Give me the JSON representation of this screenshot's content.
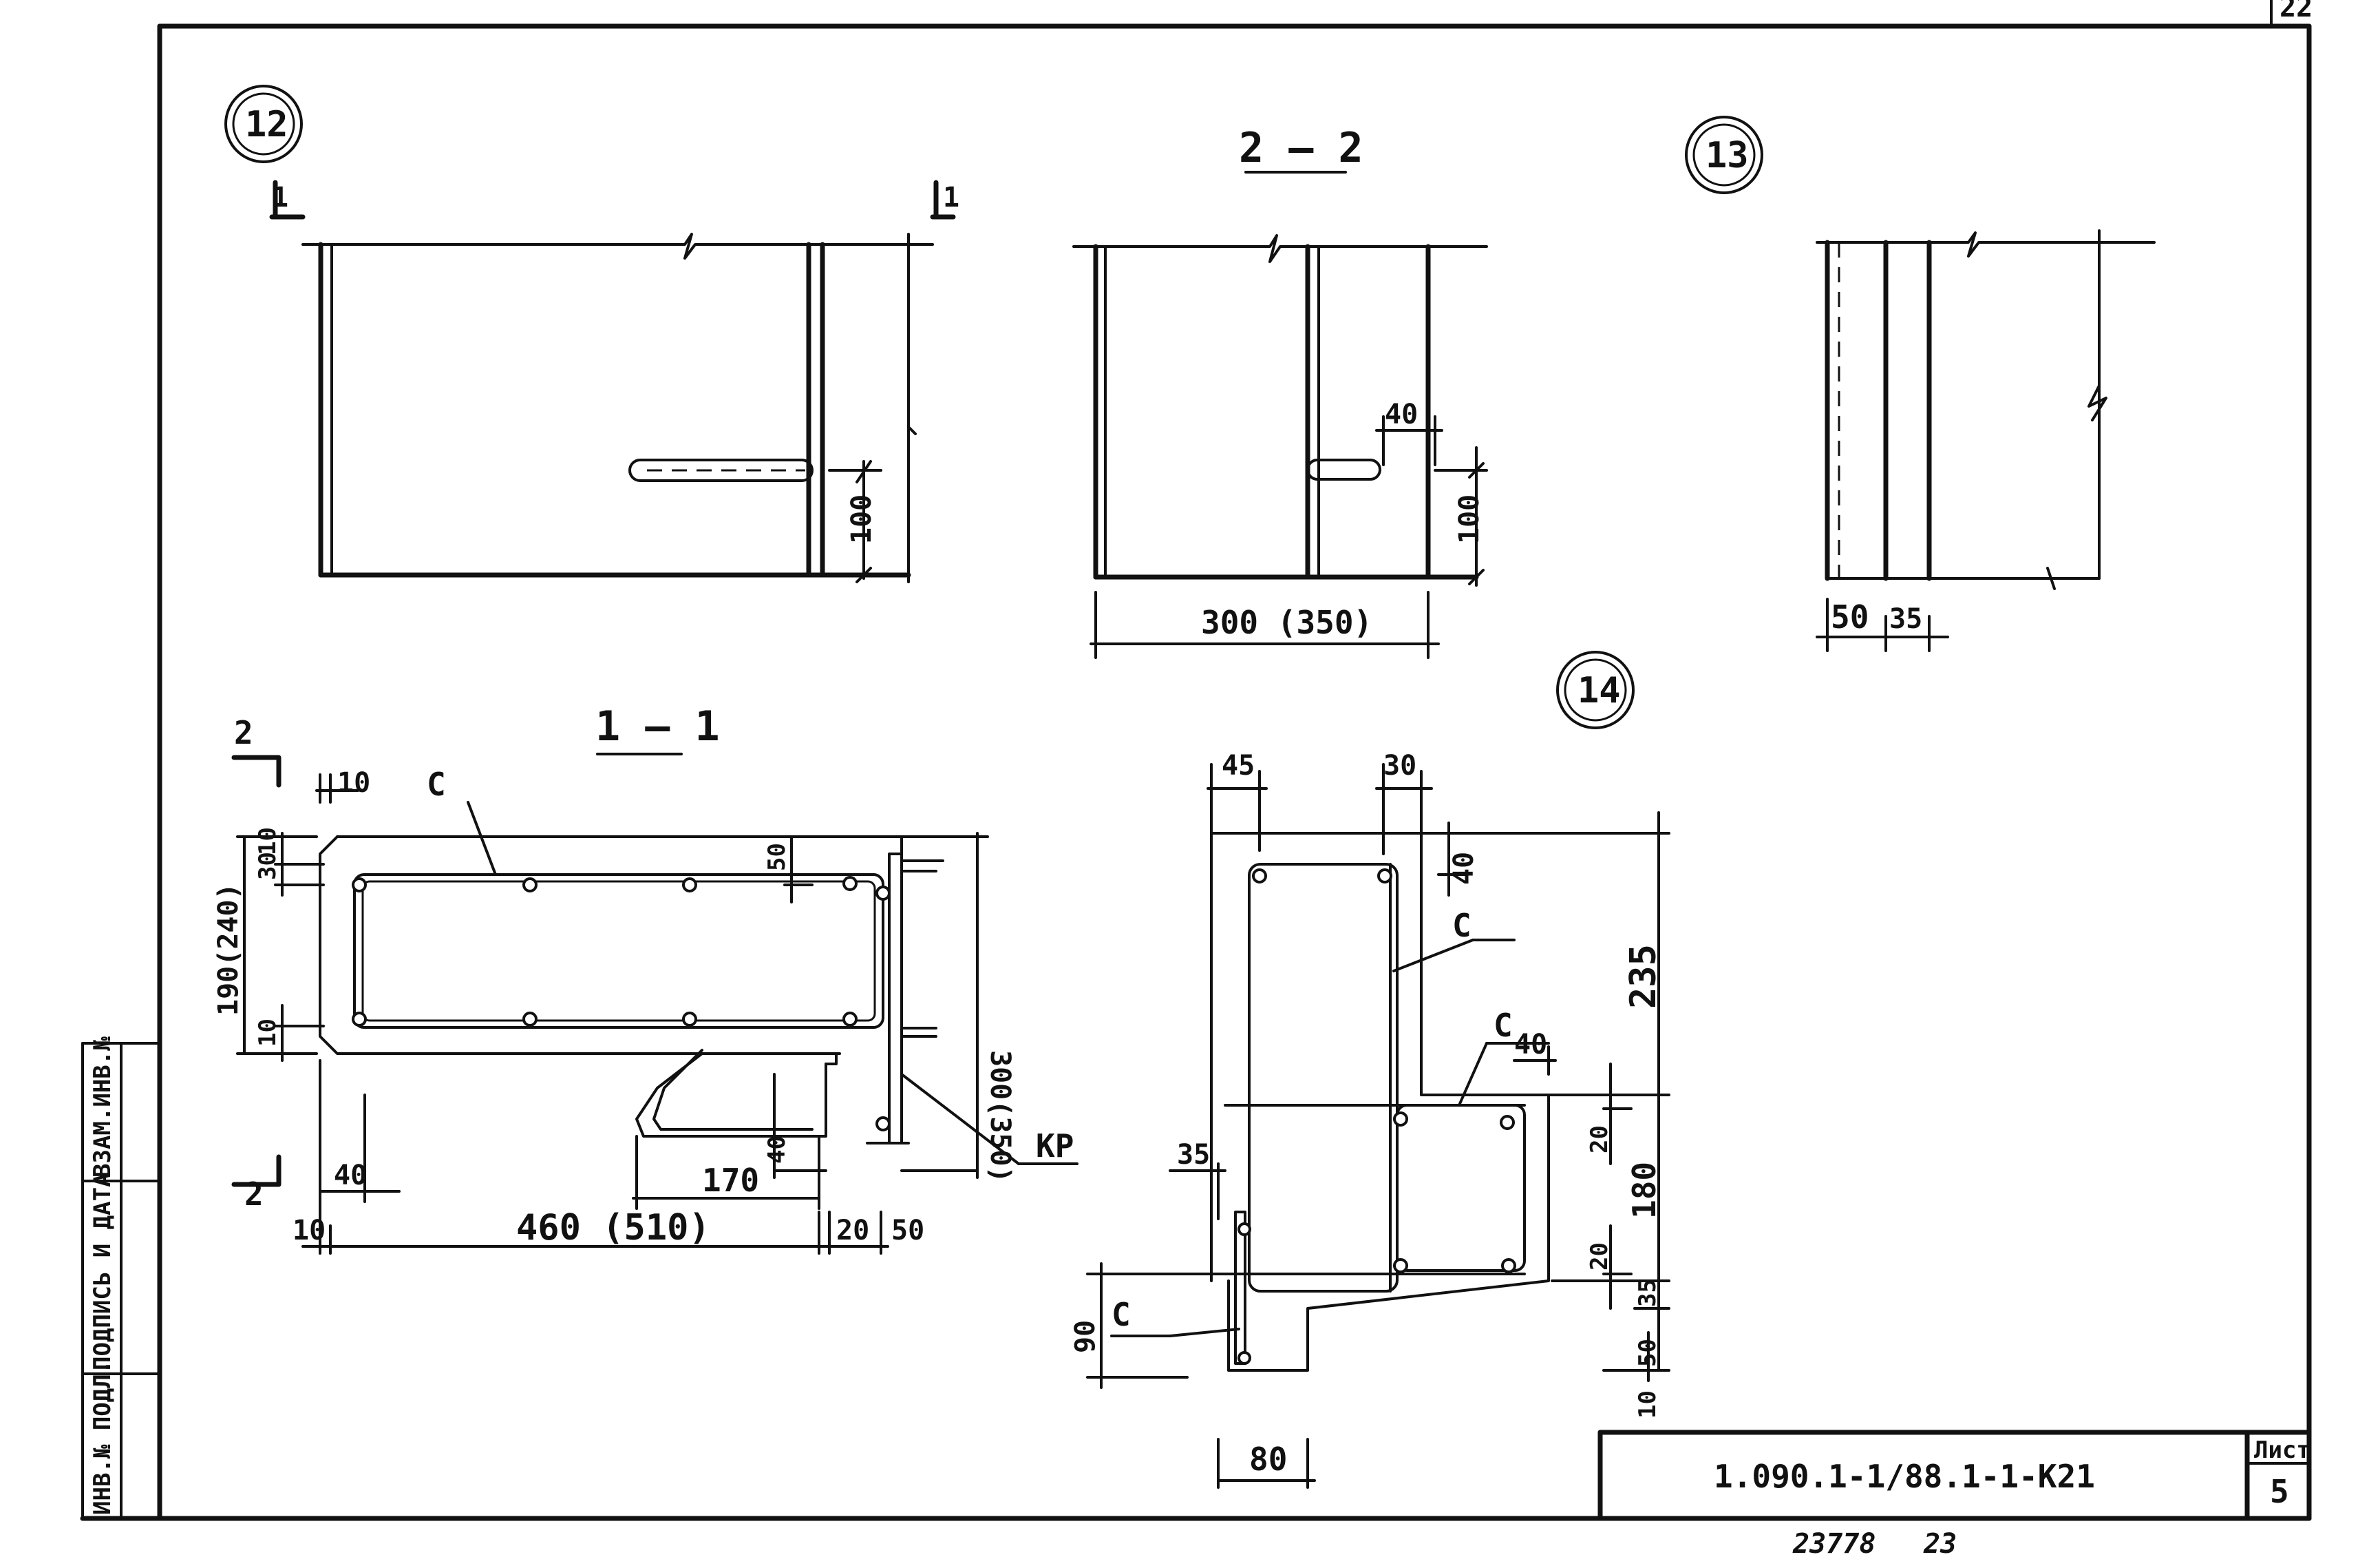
{
  "sheet": {
    "corner_number": "22",
    "stamp_number": "23778",
    "stamp_page": "23",
    "side_strip": {
      "inv_no": "ИНВ.№ ПОДЛ.",
      "signature_date": "ПОДПИСЬ И ДАТА",
      "replaces_inv": "ВЗАМ.ИНВ.№"
    },
    "title_block": {
      "code": "1.090.1-1/88.1-1-К21",
      "sheet_label": "Лист",
      "sheet_number": "5"
    }
  },
  "details": {
    "d12": "12",
    "d13": "13",
    "d14": "14"
  },
  "section_labels": {
    "s22": "2 — 2",
    "s11": "1 — 1",
    "cut1": "1",
    "cut2": "2"
  },
  "dims": {
    "d100a": "100",
    "d100b": "100",
    "d40a": "40",
    "d300_350": "300 (350)",
    "d50": "50",
    "d35": "35",
    "d10a": "10",
    "d190_240": "190(240)",
    "d30": "30",
    "d10b": "10",
    "d10c": "10",
    "d50b": "50",
    "d300_350v": "300(350)",
    "d170": "170",
    "d40b": "40",
    "d40c": "40",
    "d10d": "10",
    "d460_510": "460 (510)",
    "d20": "20",
    "d50c": "50",
    "d45": "45",
    "d30b": "30",
    "d40d": "40",
    "d235": "235",
    "d40e": "40",
    "d20b": "20",
    "d180": "180",
    "d20c": "20",
    "d35b": "35",
    "d35c": "35",
    "d50d": "50",
    "d10e": "10",
    "d90": "90",
    "d80": "80"
  },
  "marks": {
    "c1": "С",
    "c2": "С",
    "c3": "С",
    "c4": "С",
    "kp": "КР"
  }
}
